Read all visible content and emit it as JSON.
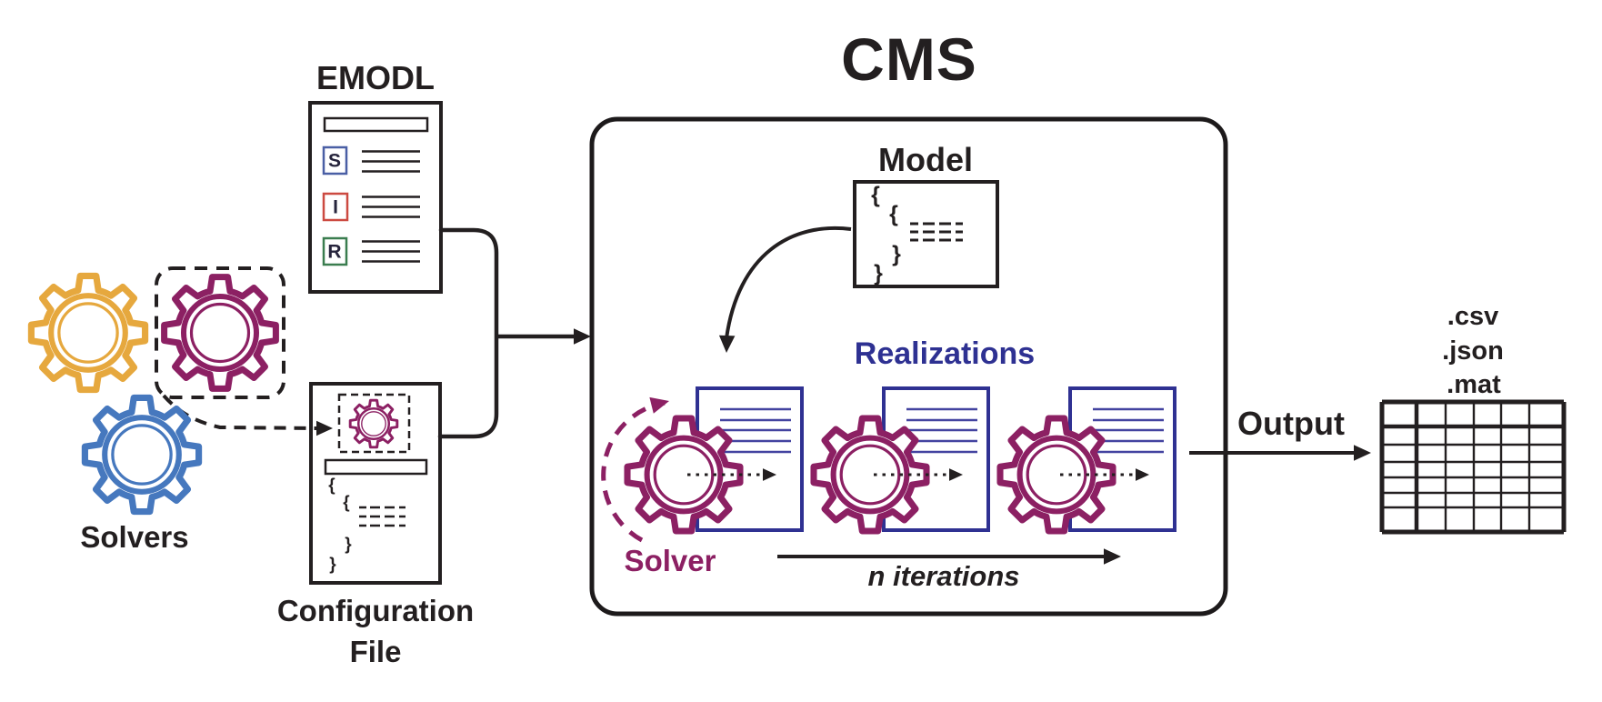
{
  "solvers": {
    "label": "Solvers"
  },
  "emodl": {
    "title": "EMODL",
    "compartments": [
      "S",
      "I",
      "R"
    ]
  },
  "config_file": {
    "title_line1": "Configuration",
    "title_line2": "File",
    "braces": [
      "{",
      "{",
      "}",
      "}"
    ]
  },
  "cms": {
    "title": "CMS",
    "model": {
      "label": "Model",
      "braces": [
        "{",
        "{",
        "}",
        "}"
      ]
    },
    "realizations": {
      "label": "Realizations",
      "document_count": 3
    },
    "solver": {
      "label": "Solver"
    },
    "iterations_label": "n iterations"
  },
  "output": {
    "label": "Output",
    "formats": [
      ".csv",
      ".json",
      ".mat"
    ],
    "table": {
      "rows": 7,
      "cols": 6
    }
  },
  "colors": {
    "ink": "#231f20",
    "gear_yellow": "#E6A83E",
    "gear_magenta": "#8C2063",
    "gear_blue": "#4678BE",
    "doc_indigo": "#2F3192",
    "doc_line_indigo": "#4343A0",
    "s_box_blue": "#4A5FA5",
    "i_box_red": "#CC4A41",
    "r_box_green": "#3A7D4F",
    "realizations_label": "#2E3192",
    "solver_label": "#8C2063"
  }
}
